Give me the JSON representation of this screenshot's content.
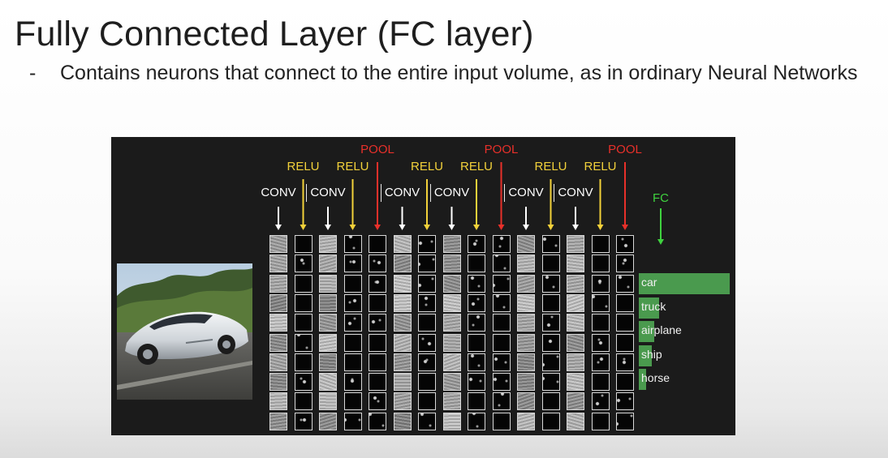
{
  "slide": {
    "title": "Fully Connected Layer (FC layer)",
    "bullet_marker": "-",
    "bullet": "Contains neurons that connect to the entire input volume, as in ordinary Neural Networks"
  },
  "diagram": {
    "input_image": "car-photo",
    "layers": [
      {
        "label": "CONV",
        "kind": "conv",
        "color": "#ffffff"
      },
      {
        "label": "RELU",
        "kind": "relu",
        "color": "#f2d13a"
      },
      {
        "label": "CONV",
        "kind": "conv",
        "color": "#ffffff"
      },
      {
        "label": "RELU",
        "kind": "relu",
        "color": "#f2d13a"
      },
      {
        "label": "POOL",
        "kind": "pool",
        "color": "#e8302a"
      },
      {
        "label": "CONV",
        "kind": "conv",
        "color": "#ffffff"
      },
      {
        "label": "RELU",
        "kind": "relu",
        "color": "#f2d13a"
      },
      {
        "label": "CONV",
        "kind": "conv",
        "color": "#ffffff"
      },
      {
        "label": "RELU",
        "kind": "relu",
        "color": "#f2d13a"
      },
      {
        "label": "POOL",
        "kind": "pool",
        "color": "#e8302a"
      },
      {
        "label": "CONV",
        "kind": "conv",
        "color": "#ffffff"
      },
      {
        "label": "RELU",
        "kind": "relu",
        "color": "#f2d13a"
      },
      {
        "label": "CONV",
        "kind": "conv",
        "color": "#ffffff"
      },
      {
        "label": "RELU",
        "kind": "relu",
        "color": "#f2d13a"
      },
      {
        "label": "POOL",
        "kind": "pool",
        "color": "#e8302a"
      }
    ],
    "fc": {
      "label": "FC",
      "color": "#3fd23f"
    },
    "classes": [
      {
        "label": "car",
        "score": 1.0
      },
      {
        "label": "truck",
        "score": 0.22
      },
      {
        "label": "airplane",
        "score": 0.17
      },
      {
        "label": "ship",
        "score": 0.14
      },
      {
        "label": "horse",
        "score": 0.08
      }
    ],
    "bar_color": "#4a9a4e"
  }
}
